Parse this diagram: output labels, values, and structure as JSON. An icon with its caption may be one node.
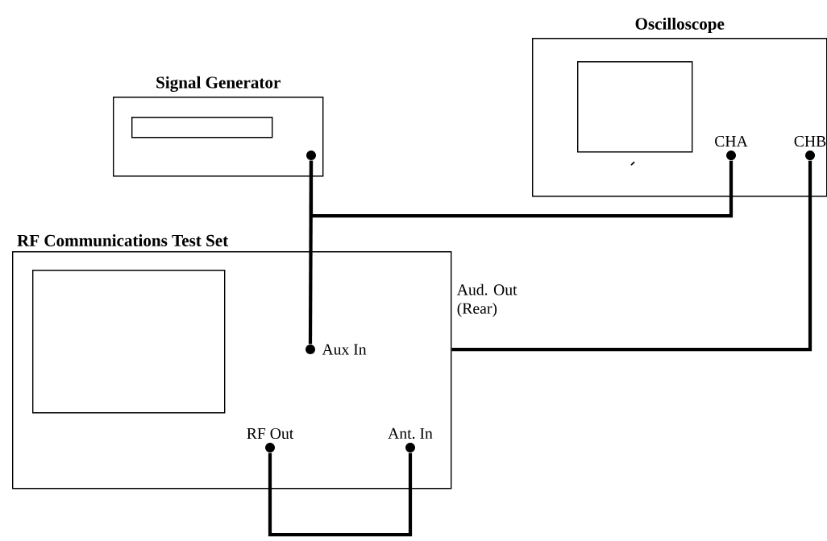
{
  "diagram": {
    "nodes": [
      {
        "text": [
          "Signal Generator"
        ]
      },
      {
        "text": [],
        "shape": "box",
        "in": 0
      },
      {
        "text": [],
        "shape": "circle",
        "in": 0
      },
      {
        "text": [
          "Oscilloscope"
        ]
      },
      {
        "text": [],
        "shape": "box",
        "in": 3
      },
      {
        "text": [
          "CHA"
        ],
        "in": 3
      },
      {
        "text": [
          "CHB"
        ],
        "in": 3
      },
      {
        "text": [
          "RF Communications Test Set"
        ]
      },
      {
        "text": [],
        "shape": "box",
        "in": 7
      },
      {
        "text": [
          "Aux In"
        ],
        "in": 7
      },
      {
        "text": [
          "RF Out"
        ],
        "in": 7
      },
      {
        "text": [
          "Ant. In"
        ],
        "in": 7
      }
    ],
    "edges": [
      {
        "from": 2,
        "to": 9,
        "arrow": "none"
      },
      {
        "from": 2,
        "to": 5,
        "arrow": "none"
      },
      {
        "from": 6,
        "to": 7,
        "arrow": "none"
      },
      {
        "from": 10,
        "to": 11,
        "arrow": "none"
      }
    ],
    "labels": [
      "Aud. Out (Rear)"
    ]
  }
}
